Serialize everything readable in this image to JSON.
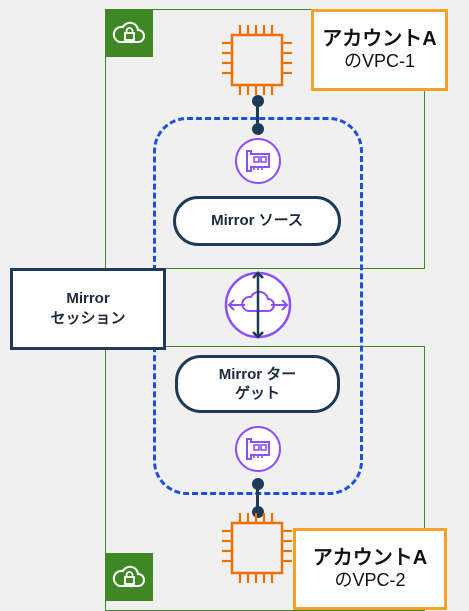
{
  "colors": {
    "vpc_green": "#3f8624",
    "compute_orange": "#ed7100",
    "account_orange": "#f7a128",
    "session_blue": "#1a4fe0",
    "network_purple": "#8c4fff",
    "navy": "#1f3a56"
  },
  "account_top": {
    "title": "アカウントA",
    "vpc": "のVPC-1"
  },
  "account_bottom": {
    "title": "アカウントA",
    "vpc": "のVPC-2"
  },
  "mirror_source": {
    "label": "Mirror ソース"
  },
  "mirror_target": {
    "line1": "Mirror ター",
    "line2": "ゲット"
  },
  "mirror_session": {
    "line1": "Mirror",
    "line2": "セッション"
  },
  "icons": {
    "vpc": "vpc-lock-cloud-icon",
    "instance": "ec2-instance-chip-icon",
    "eni": "network-interface-icon",
    "session": "traffic-mirroring-icon"
  }
}
